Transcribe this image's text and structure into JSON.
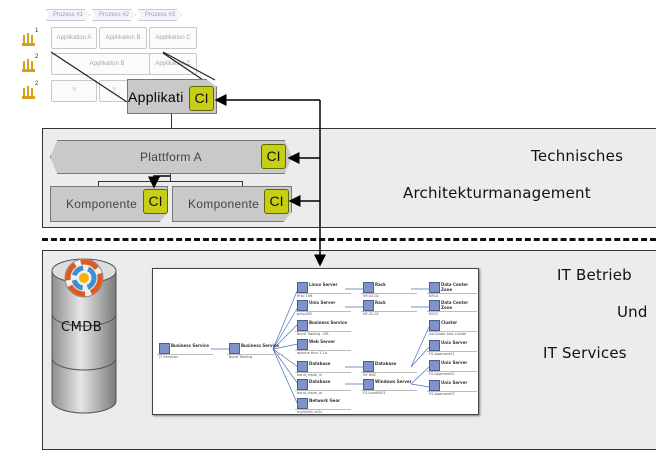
{
  "process_row": [
    "Prozess #1",
    "Prozess #2",
    "Prozess #3"
  ],
  "app_grid": {
    "row1": [
      "Applikation A",
      "Applikation B",
      "Applikation C"
    ],
    "row2": [
      "Applikation B",
      "Applikation C"
    ],
    "row3": [
      "?",
      "?"
    ],
    "user_badges": [
      "1",
      "2",
      "2"
    ]
  },
  "applikation_box": {
    "label": "Applikati"
  },
  "ci_label": "CI",
  "platform": {
    "label": "Plattform A"
  },
  "components": [
    "Komponente",
    "Komponente"
  ],
  "tech_section": {
    "line1": "Technisches",
    "line2": "Architekturmanagement"
  },
  "it_section": {
    "line1": "IT Betrieb",
    "line2": "Und",
    "line3": "IT Services"
  },
  "cmdb": {
    "label": "CMDB"
  },
  "colors": {
    "ci_badge": "#c6cf14",
    "section_bg": "#ececec",
    "platform_bg": "#c9c9c9",
    "arrow": "#000000"
  },
  "screenshot": {
    "service_nodes": [
      {
        "title": "Business Service",
        "subtitle": "IT Services"
      },
      {
        "title": "Business Service",
        "subtitle": "Bond Trading"
      }
    ],
    "middle_nodes": [
      {
        "title": "Linux Server",
        "subtitle": "fmsl 106"
      },
      {
        "title": "Unix Server",
        "subtitle": "pchp002"
      },
      {
        "title": "Business Service",
        "subtitle": "Bond Trading - DR"
      },
      {
        "title": "Web Server",
        "subtitle": "apache thru 1.1b"
      },
      {
        "title": "Database",
        "subtitle": "bond_trade_m"
      },
      {
        "title": "Database",
        "subtitle": "bond_trade_dr"
      },
      {
        "title": "Network Gear",
        "subtitle": "mylb00m-m2c"
      }
    ],
    "third_nodes": [
      {
        "title": "Rack",
        "subtitle": "NY-02-02"
      },
      {
        "title": "Rack",
        "subtitle": "NY-02-02"
      },
      {
        "title": "Database",
        "subtitle": "NY NAC"
      },
      {
        "title": "Windows Server",
        "subtitle": "FS-Load0001"
      }
    ],
    "fourth_nodes": [
      {
        "title": "Data Center Zone",
        "subtitle": "NY1A"
      },
      {
        "title": "Data Center Zone",
        "subtitle": "NY2C"
      },
      {
        "title": "Cluster",
        "subtitle": "VxCluster test cluster"
      },
      {
        "title": "Unix Server",
        "subtitle": "FS-Appmem01"
      },
      {
        "title": "Unix Server",
        "subtitle": "FS-Appmem02"
      },
      {
        "title": "Unix Server",
        "subtitle": "FS-Appmem03"
      }
    ]
  }
}
